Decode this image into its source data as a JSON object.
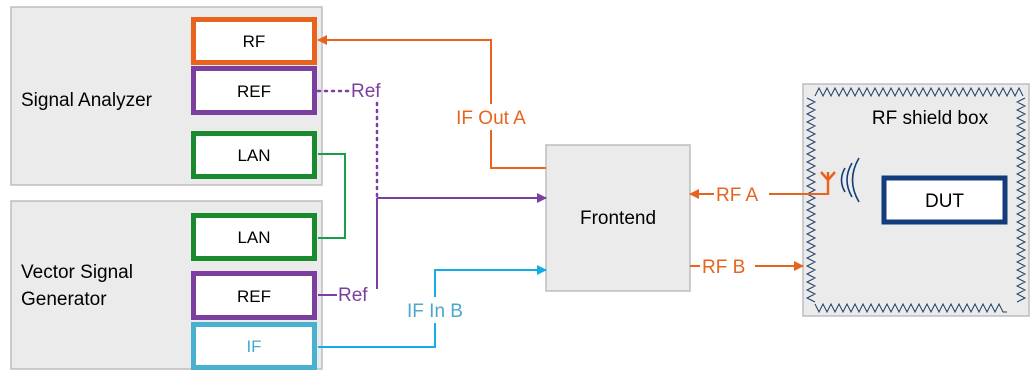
{
  "signal_analyzer": {
    "title": "Signal Analyzer",
    "ports": {
      "rf": "RF",
      "ref": "REF",
      "lan": "LAN"
    }
  },
  "vector_signal_generator": {
    "title_line1": "Vector Signal",
    "title_line2": "Generator",
    "ports": {
      "lan": "LAN",
      "ref": "REF",
      "if": "IF"
    }
  },
  "frontend": {
    "title": "Frontend"
  },
  "shield_box": {
    "title": "RF shield box",
    "dut": "DUT"
  },
  "connection_labels": {
    "ref_top": "Ref",
    "ref_bottom": "Ref",
    "if_out_a": "IF Out A",
    "if_in_b": "IF In B",
    "rf_a": "RF A",
    "rf_b": "RF B"
  },
  "colors": {
    "orange": "#E8641E",
    "purple": "#7B3FA0",
    "green": "#17A04A",
    "green_border": "#1A8A2E",
    "cyan": "#12AEE8",
    "if_text": "#4AA8CC",
    "if_border": "#49B0CF",
    "navy": "#123C7A",
    "box_fill": "#EBEBEB",
    "box_stroke": "#BDBDBD"
  }
}
